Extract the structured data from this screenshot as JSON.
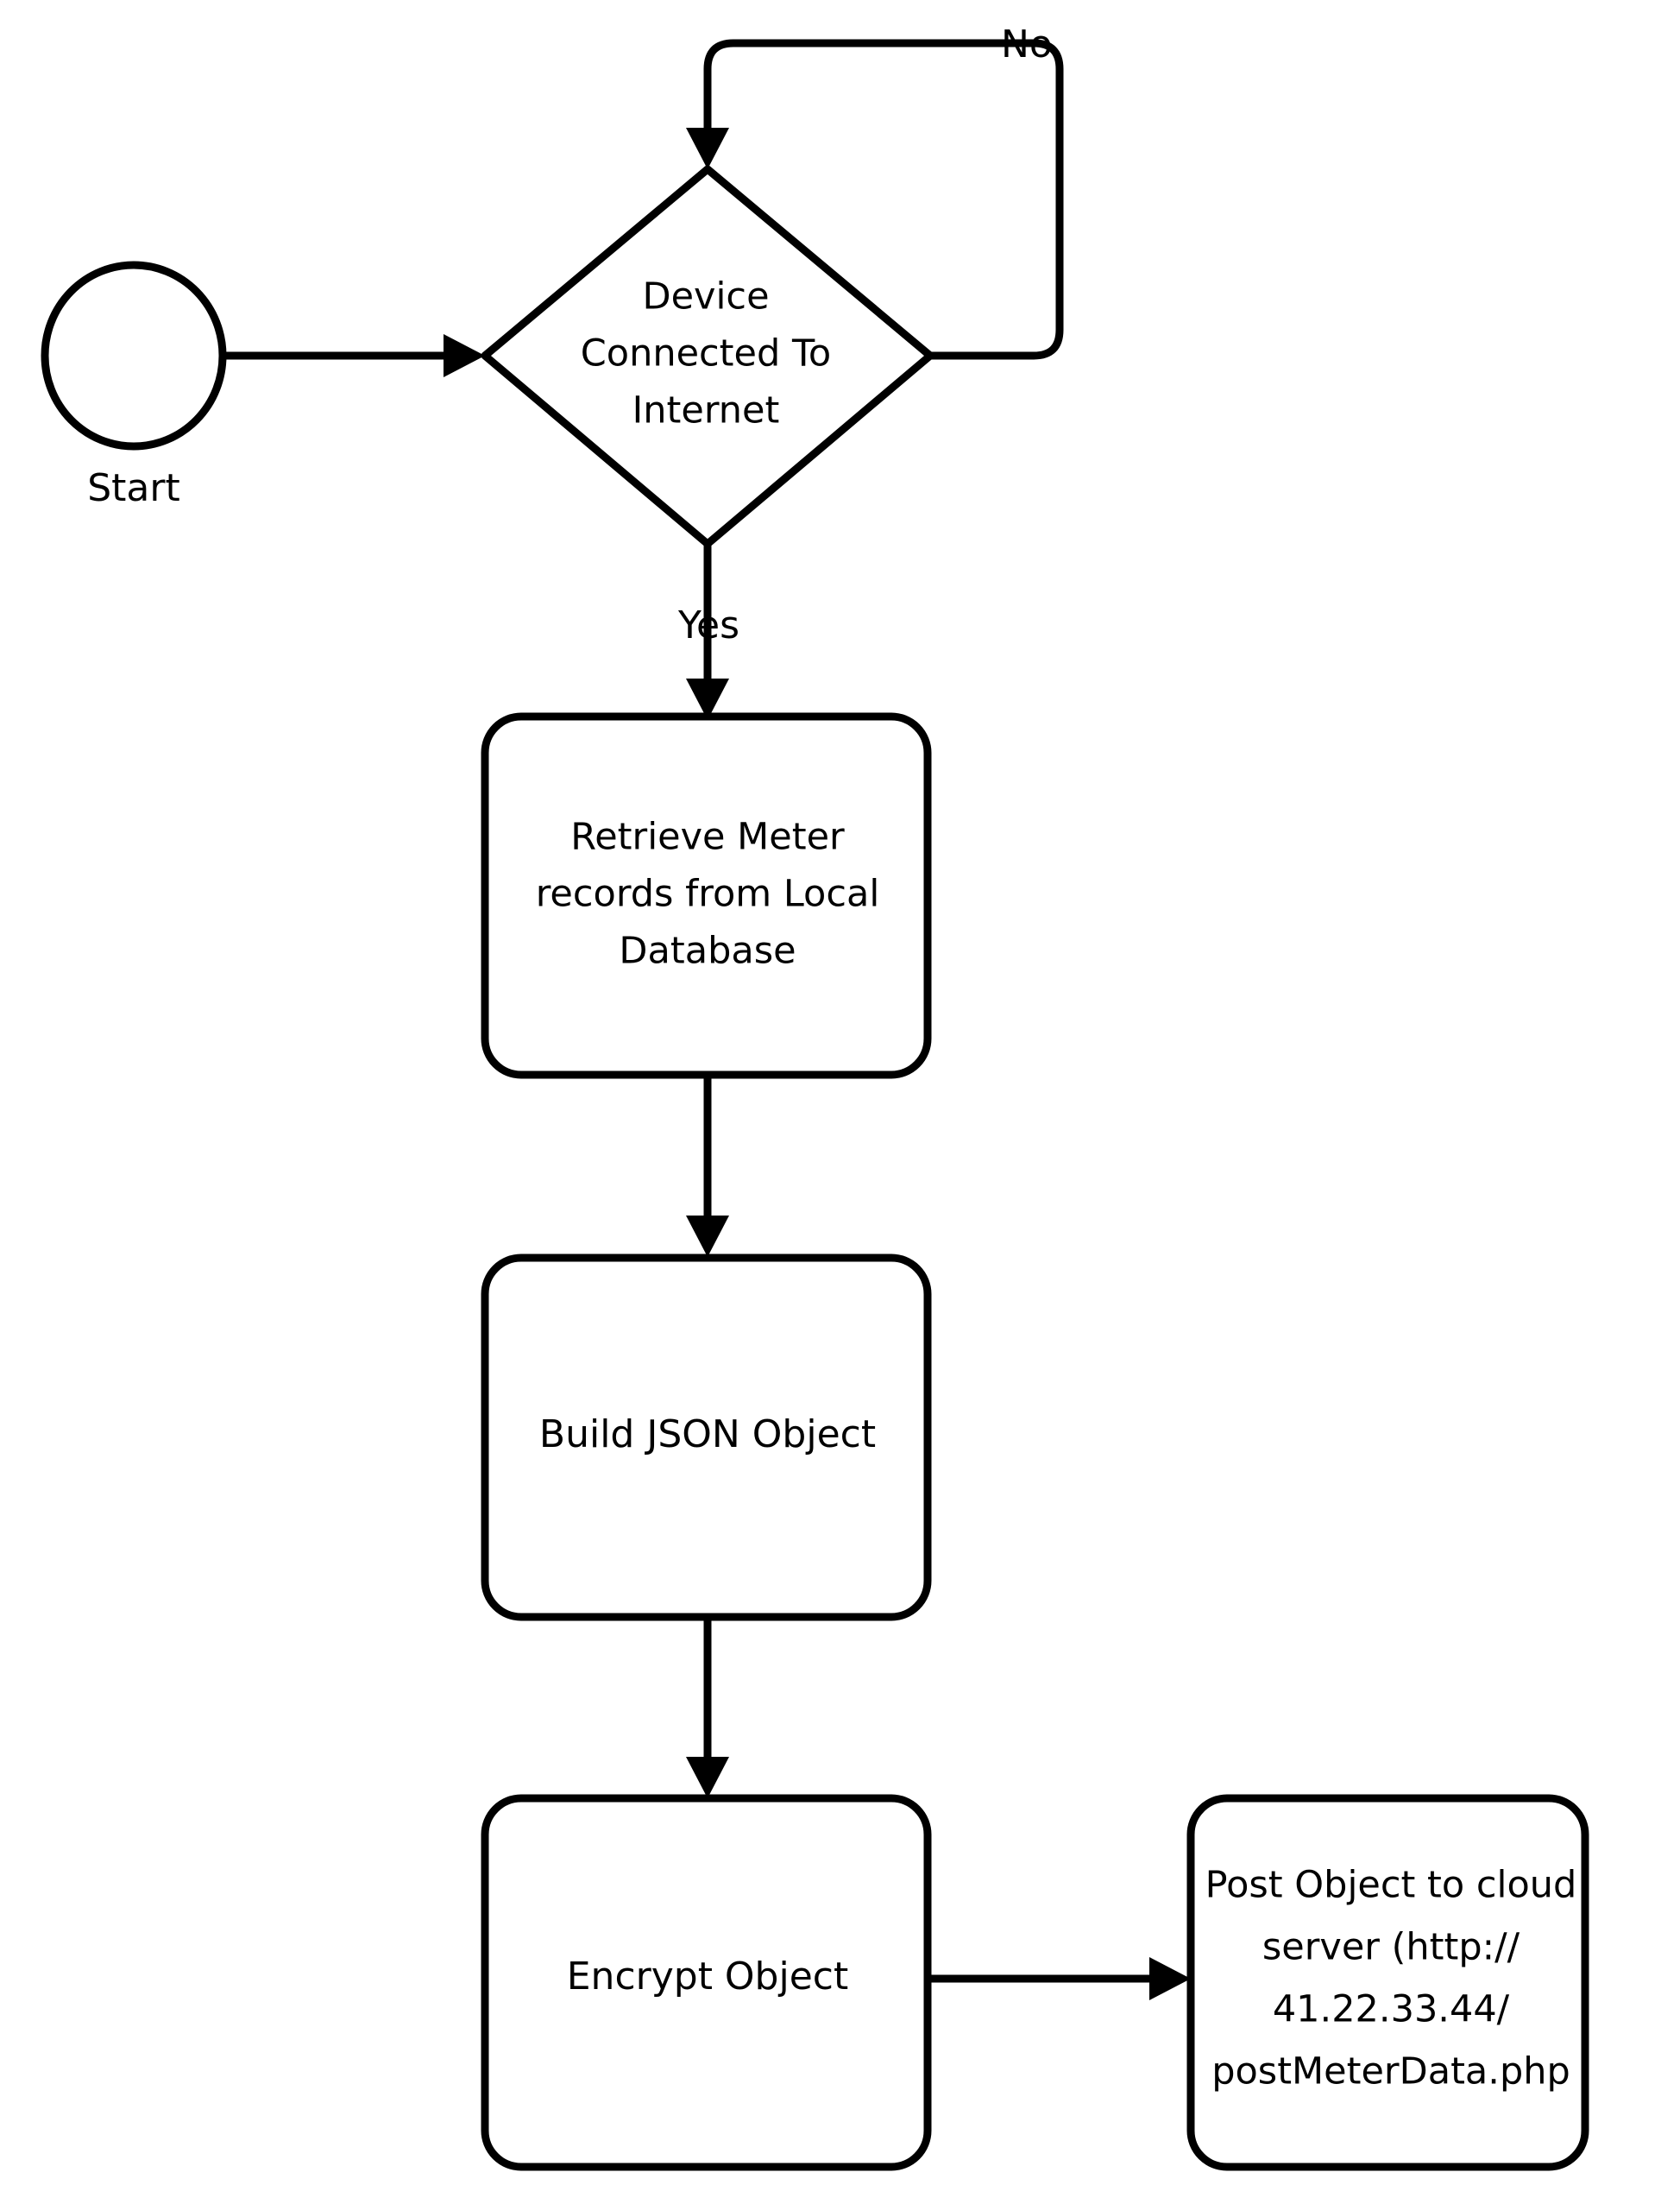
{
  "diagram": {
    "title": "Meter Data Upload Flowchart",
    "background_color": "#ffffff",
    "line_color": "#000000",
    "text_color": "#000000"
  },
  "nodes": {
    "start": {
      "shape": "ellipse",
      "external_label": "Start"
    },
    "decision": {
      "shape": "diamond",
      "line1": "Device",
      "line2": "Connected To",
      "line3": "Internet"
    },
    "retrieve": {
      "shape": "rounded-rect",
      "line1": "Retrieve Meter",
      "line2": "records from Local",
      "line3": "Database"
    },
    "build_json": {
      "shape": "rounded-rect",
      "line1": "Build JSON Object"
    },
    "encrypt": {
      "shape": "rounded-rect",
      "line1": "Encrypt Object"
    },
    "post": {
      "shape": "rounded-rect",
      "line1": "Post Object to cloud",
      "line2": "server (http://",
      "line3": "41.22.33.44/",
      "line4": "postMeterData.php"
    }
  },
  "edges": {
    "start_to_decision": {
      "label": ""
    },
    "decision_no_loop": {
      "label": "No"
    },
    "decision_yes": {
      "label": "Yes"
    },
    "retrieve_to_build": {
      "label": ""
    },
    "build_to_encrypt": {
      "label": ""
    },
    "encrypt_to_post": {
      "label": ""
    }
  }
}
